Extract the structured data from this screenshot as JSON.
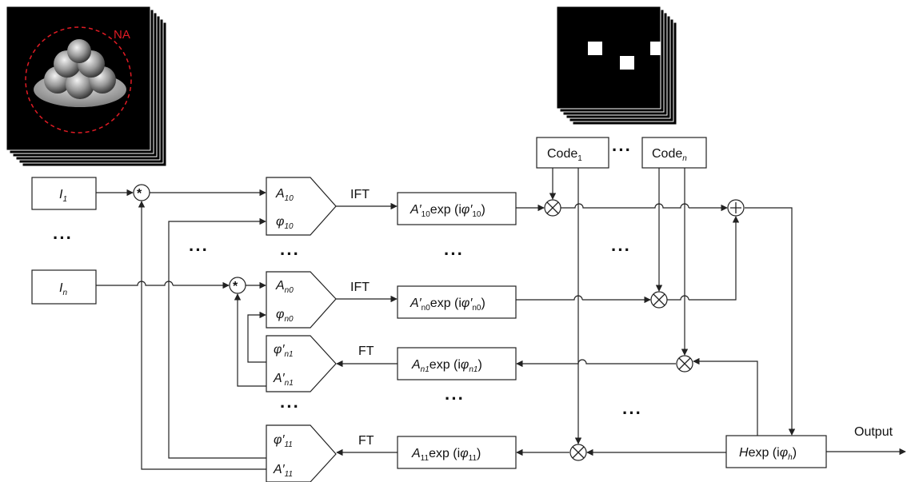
{
  "images": {
    "object_stack_label": "NA",
    "object_stack_icon": "apple-bowl-image-stack",
    "code_stack_icon": "binary-code-mask-stack"
  },
  "intensity_inputs": [
    {
      "symbol": "I",
      "sub": "1"
    },
    {
      "symbol": "I",
      "sub": "n"
    }
  ],
  "codes": [
    {
      "label": "Code",
      "sub": "1"
    },
    {
      "label": "Code",
      "sub": "n"
    }
  ],
  "ops": {
    "ift": "IFT",
    "ft": "FT",
    "output": "Output"
  },
  "combiner_10": {
    "amp": "A",
    "amp_sub": "10",
    "phase": "φ",
    "phase_sub": "10"
  },
  "combiner_n0": {
    "amp": "A",
    "amp_sub": "n0",
    "phase": "φ",
    "phase_sub": "n0"
  },
  "combiner_n1": {
    "amp": "A′",
    "amp_sub": "n1",
    "phase": "φ′",
    "phase_sub": "n1"
  },
  "combiner_11": {
    "amp": "A′",
    "amp_sub": "11",
    "phase": "φ′",
    "phase_sub": "11"
  },
  "field_10": {
    "amp": "A′",
    "sub": "10",
    "mid": "exp (i",
    "phase": "φ′",
    "phase_sub": "10",
    "end": ")"
  },
  "field_n0": {
    "amp": "A′",
    "sub": "n0",
    "mid": "exp (i",
    "phase": "φ′",
    "phase_sub": "n0",
    "end": ")"
  },
  "field_n1": {
    "amp": "A",
    "sub": "n1",
    "mid": "exp (i",
    "phase": "φ",
    "phase_sub": "n1",
    "end": ")"
  },
  "field_11": {
    "amp": "A",
    "sub": "11",
    "mid": "exp (i",
    "phase": "φ",
    "phase_sub": "11",
    "end": ")"
  },
  "hologram": {
    "amp": "H",
    "mid": "exp (i",
    "phase": "φ",
    "phase_sub": "h",
    "end": ")"
  },
  "ellipsis": "···"
}
